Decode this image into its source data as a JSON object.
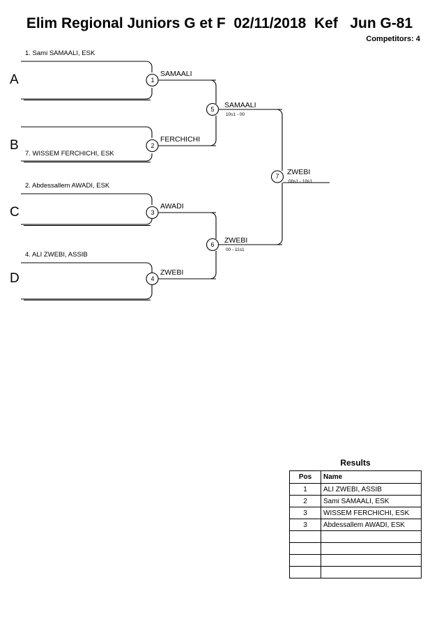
{
  "header": {
    "title": "Elim Regional Juniors G et F  02/11/2018  Kef   Jun G-81",
    "competitors_label": "Competitors: 4"
  },
  "bracket": {
    "sections": [
      {
        "letter": "A",
        "seed_label": "1. Sami SAMAALI, ESK"
      },
      {
        "letter": "B",
        "seed_label": "7. WISSEM FERCHICHI, ESK"
      },
      {
        "letter": "C",
        "seed_label": "2. Abdessallem AWADI, ESK"
      },
      {
        "letter": "D",
        "seed_label": "4. ALI ZWEBI, ASSIB"
      }
    ],
    "matches": [
      {
        "number": "1",
        "winner": "SAMAALI",
        "score": ""
      },
      {
        "number": "2",
        "winner": "FERCHICHI",
        "score": ""
      },
      {
        "number": "3",
        "winner": "AWADI",
        "score": ""
      },
      {
        "number": "4",
        "winner": "ZWEBI",
        "score": ""
      },
      {
        "number": "5",
        "winner": "SAMAALI",
        "score": "10s1 - 00"
      },
      {
        "number": "6",
        "winner": "ZWEBI",
        "score": "00 - 11s1"
      },
      {
        "number": "7",
        "winner": "ZWEBI",
        "score": "00s1 - 10s1"
      }
    ]
  },
  "results": {
    "title": "Results",
    "columns": [
      "Pos",
      "Name"
    ],
    "rows": [
      {
        "pos": "1",
        "name": "ALI ZWEBI, ASSIB"
      },
      {
        "pos": "2",
        "name": "Sami SAMAALI, ESK"
      },
      {
        "pos": "3",
        "name": "WISSEM FERCHICHI, ESK"
      },
      {
        "pos": "3",
        "name": "Abdessallem AWADI, ESK"
      },
      {
        "pos": "",
        "name": ""
      },
      {
        "pos": "",
        "name": ""
      },
      {
        "pos": "",
        "name": ""
      },
      {
        "pos": "",
        "name": ""
      }
    ]
  }
}
